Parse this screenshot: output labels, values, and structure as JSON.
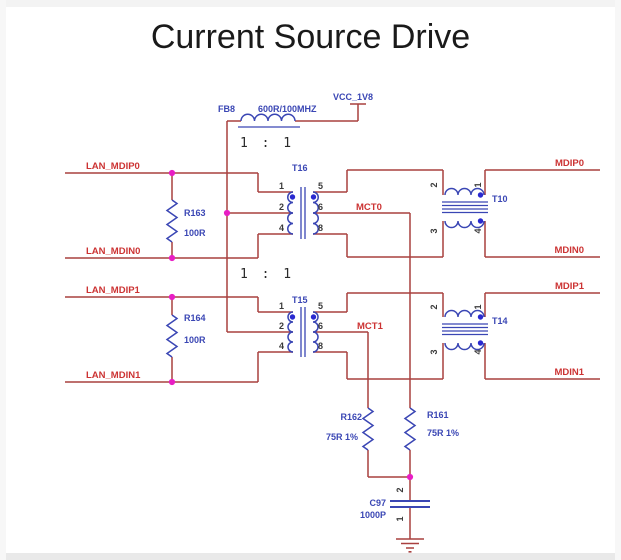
{
  "title": "Current Source Drive",
  "colors": {
    "wire": "#a9403f",
    "net_label_red": "#cc3333",
    "component_blue": "#3a46b4",
    "junction_dot_magenta": "#e81ec4",
    "polarity_dot_blue": "#2a2ad0",
    "title_text": "#1a1a1a"
  },
  "power_net": {
    "label": "VCC_1V8"
  },
  "ferrite_bead": {
    "ref": "FB8",
    "value": "600R/100MHZ"
  },
  "ratio_labels": {
    "top": "1 : 1",
    "bottom": "1 : 1"
  },
  "left_nets": {
    "mdip0": "LAN_MDIP0",
    "mdin0": "LAN_MDIN0",
    "mdip1": "LAN_MDIP1",
    "mdin1": "LAN_MDIN1"
  },
  "right_nets": {
    "mdip0": "MDIP0",
    "mdin0": "MDIN0",
    "mdip1": "MDIP1",
    "mdin1": "MDIN1"
  },
  "center_taps": {
    "mct0": "MCT0",
    "mct1": "MCT1"
  },
  "transformers": {
    "t16": {
      "ref": "T16",
      "pin1": "1",
      "pin2": "2",
      "pin4": "4",
      "pin5": "5",
      "pin6": "6",
      "pin8": "8"
    },
    "t15": {
      "ref": "T15",
      "pin1": "1",
      "pin2": "2",
      "pin4": "4",
      "pin5": "5",
      "pin6": "6",
      "pin8": "8"
    },
    "t10": {
      "ref": "T10",
      "pin1": "1",
      "pin2": "2",
      "pin3": "3",
      "pin4": "4"
    },
    "t14": {
      "ref": "T14",
      "pin1": "1",
      "pin2": "2",
      "pin3": "3",
      "pin4": "4"
    }
  },
  "resistors": {
    "r163": {
      "ref": "R163",
      "value": "100R"
    },
    "r164": {
      "ref": "R164",
      "value": "100R"
    },
    "r162": {
      "ref": "R162",
      "value": "75R 1%"
    },
    "r161": {
      "ref": "R161",
      "value": "75R 1%"
    }
  },
  "capacitors": {
    "c97": {
      "ref": "C97",
      "value": "1000P",
      "pin_top": "2",
      "pin_bottom": "1"
    }
  }
}
